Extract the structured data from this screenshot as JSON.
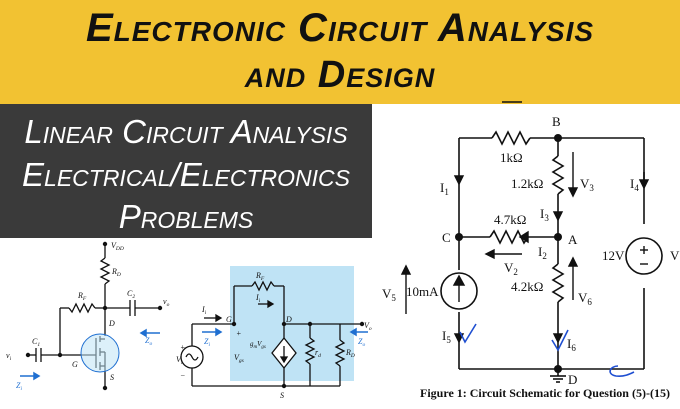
{
  "banner": {
    "line1": "Electronic Circuit Analysis",
    "line2": "and  Design"
  },
  "panel": {
    "line1": "Linear Circuit Analysis",
    "line2": "Electrical/Electronics",
    "line3": "Problems"
  },
  "colors": {
    "banner_bg": "#f2c232",
    "panel_bg": "#3a3a3a",
    "highlight_blue": "#bfe3f5",
    "arrow_blue": "#1f6fd1"
  },
  "mosfet_labels": {
    "vdd": "V",
    "vdd_sub": "DD",
    "rd": "R",
    "rd_sub": "D",
    "rf": "R",
    "rf_sub": "F",
    "c2": "C",
    "c2_sub": "2",
    "c1": "C",
    "c1_sub": "1",
    "d": "D",
    "g": "G",
    "s": "S",
    "vo": "v",
    "vo_sub": "o",
    "vi": "v",
    "vi_sub": "i",
    "zi": "Z",
    "zi_sub": "i",
    "zo": "Z",
    "zo_sub": "o"
  },
  "smallsignal_labels": {
    "rf": "R",
    "rf_sub": "F",
    "ii": "I",
    "ii_sub": "i",
    "ii2": "I",
    "ii2_sub": "i",
    "g": "G",
    "d": "D",
    "s": "S",
    "plus": "+",
    "minus": "−",
    "vi": "V",
    "vi_sub": "i",
    "zi": "Z",
    "zi_sub": "i",
    "vgs_plus": "+",
    "vgs": "V",
    "vgs_sub": "gs",
    "gm": "g",
    "gm_sub": "m",
    "gm_v": "V",
    "gm_v_sub": "gs",
    "rd_small": "r",
    "rd_small_sub": "d",
    "rd": "R",
    "rd_sub": "D",
    "vo": "V",
    "vo_sub": "o",
    "zo": "Z",
    "zo_sub": "o"
  },
  "schematic_labels": {
    "node_b": "B",
    "node_c": "C",
    "node_a": "A",
    "node_d": "D",
    "r1": "1kΩ",
    "r2": "1.2kΩ",
    "r3": "4.7kΩ",
    "r4": "4.2kΩ",
    "i1": "I",
    "i1_sub": "1",
    "i2": "I",
    "i2_sub": "2",
    "i3": "I",
    "i3_sub": "3",
    "i4": "I",
    "i4_sub": "4",
    "i5": "I",
    "i5_sub": "5",
    "i6": "I",
    "i6_sub": "6",
    "v2": "V",
    "v2_sub": "2",
    "v3": "V",
    "v3_sub": "3",
    "v5": "V",
    "v5_sub": "5",
    "v6": "V",
    "v6_sub": "6",
    "source_current": "10mA",
    "source_voltage": "12V",
    "cut_v": "V",
    "caption": "Figure 1: Circuit Schematic for Question (5)-(15)"
  }
}
